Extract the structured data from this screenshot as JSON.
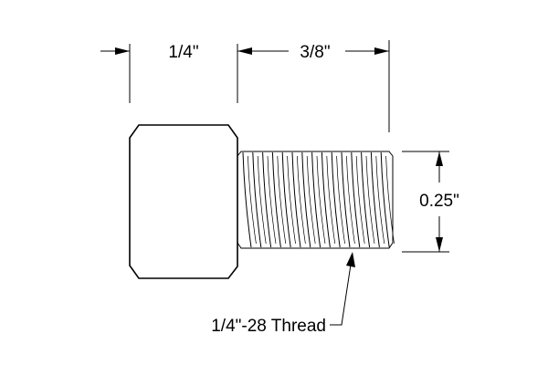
{
  "dimensions": {
    "head_length": "1/4\"",
    "thread_length": "3/8\"",
    "diameter": "0.25\"",
    "thread_spec": "1/4\"-28 Thread"
  }
}
